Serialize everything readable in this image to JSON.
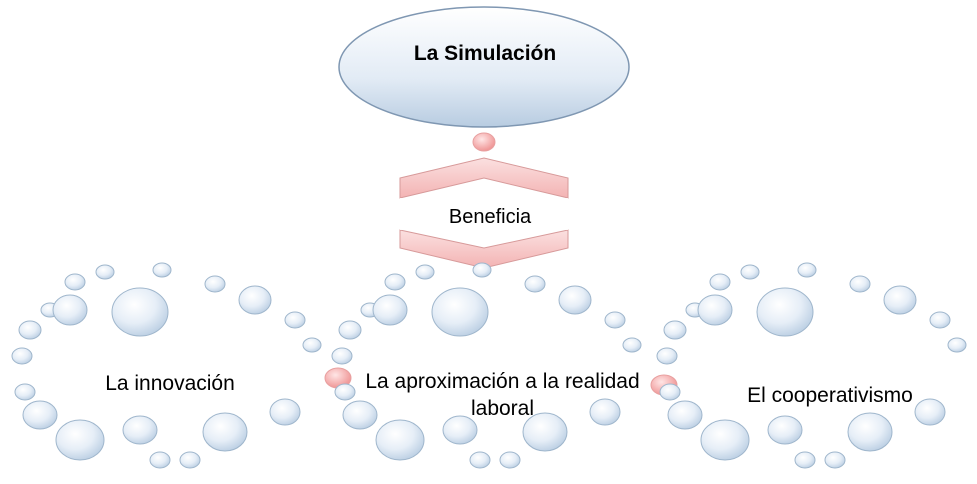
{
  "diagram": {
    "title": "La Simulación",
    "connector": "Beneficia",
    "branches": [
      {
        "label": "La innovación"
      },
      {
        "label": "La aproximación a la realidad laboral"
      },
      {
        "label": "El cooperativismo"
      }
    ]
  },
  "colors": {
    "bubble": "#c9d9eb",
    "bubble_stroke": "#a9bfd4",
    "ellipse_fill": "#d6e3f1",
    "pink_dot": "#f2a7a7",
    "chevron": "#f7c8c8"
  }
}
